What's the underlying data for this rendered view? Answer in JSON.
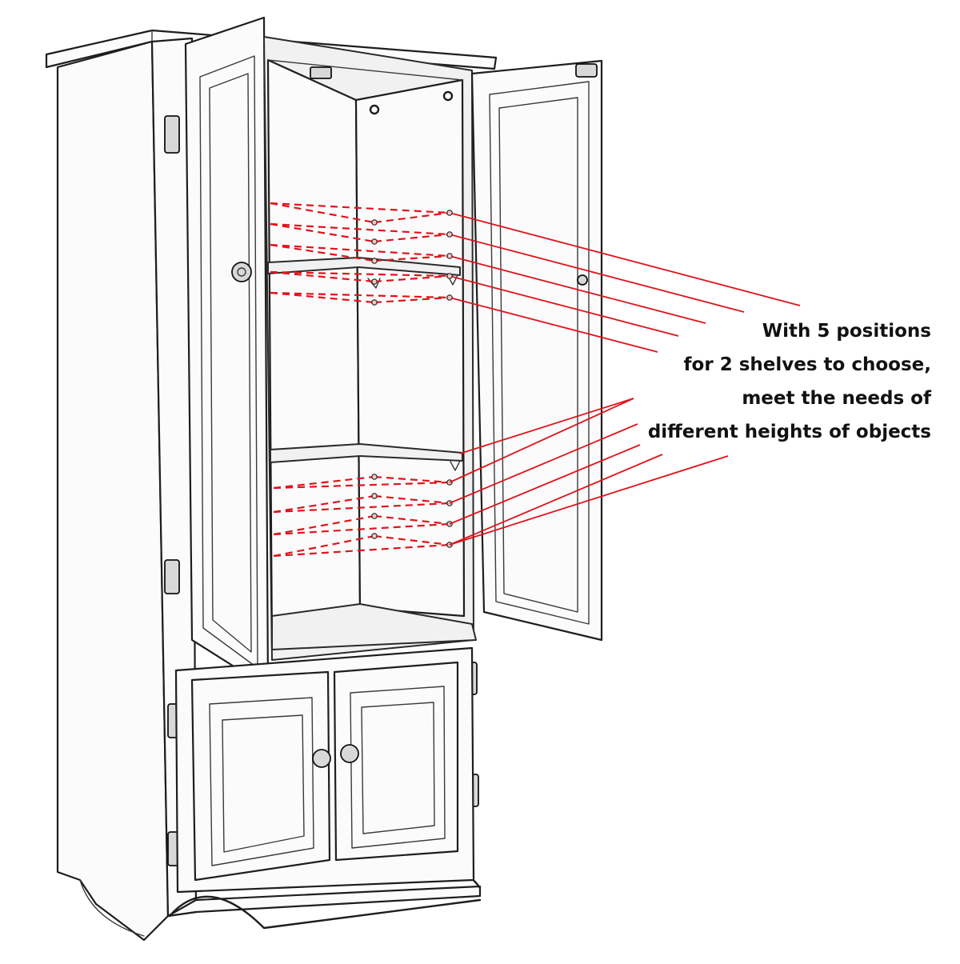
{
  "caption": {
    "lines": [
      "With 5 positions",
      "for 2 shelves to choose,",
      "meet the needs of",
      "different heights of objects"
    ]
  },
  "colors": {
    "annotation": "#e0141b",
    "ink": "#1e1e1e",
    "background": "#ffffff"
  },
  "icons": {
    "hinge": "hinge-icon",
    "knob": "knob-icon",
    "shelf_peg": "shelf-peg-icon"
  }
}
